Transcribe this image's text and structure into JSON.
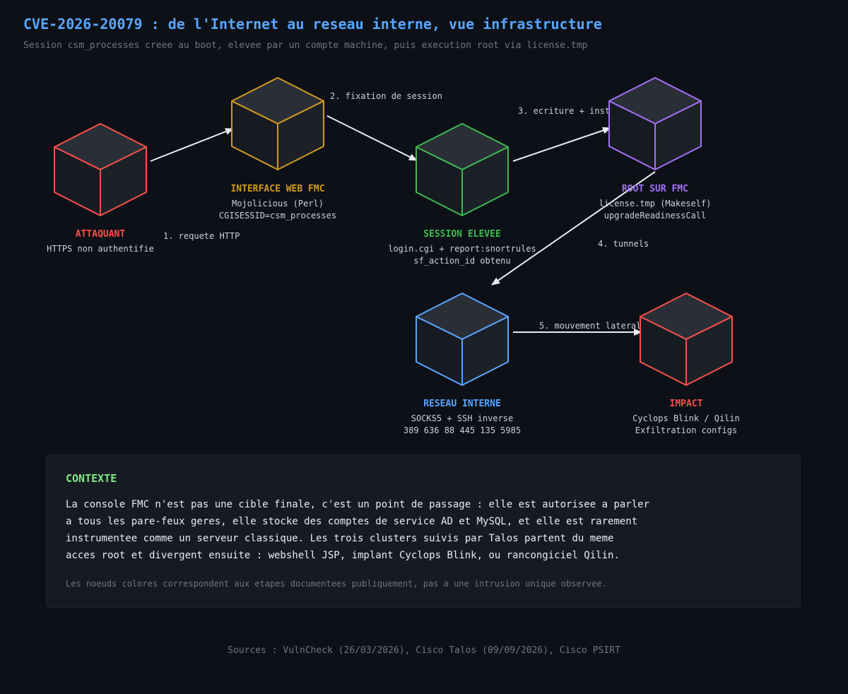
{
  "header": {
    "title": "CVE-2026-20079 : de l'Internet au reseau interne, vue infrastructure",
    "subtitle": "Session csm_processes creee au boot, elevee par un compte machine, puis execution root via license.tmp"
  },
  "colors": {
    "background": "#0d1117",
    "title": "#58a6ff",
    "attacker": "#f85149",
    "web": "#d29922",
    "session": "#3fb950",
    "root": "#a371f7",
    "network": "#58a6ff",
    "impact": "#f85149",
    "context": "#7ee787"
  },
  "nodes": [
    {
      "id": "attaquant",
      "title": "ATTAQUANT",
      "lines": [
        "HTTPS non authentifie"
      ],
      "color": "#f85149",
      "icon": "cube-icon"
    },
    {
      "id": "web",
      "title": "INTERFACE WEB FMC",
      "lines": [
        "Mojolicious (Perl)",
        "CGISESSID=csm_processes"
      ],
      "color": "#d29922",
      "icon": "cube-icon"
    },
    {
      "id": "session",
      "title": "SESSION ELEVEE",
      "lines": [
        "login.cgi + report:snortrules",
        "sf_action_id obtenu"
      ],
      "color": "#3fb950",
      "icon": "cube-icon"
    },
    {
      "id": "root",
      "title": "ROOT SUR FMC",
      "lines": [
        "license.tmp (Makeself)",
        "upgradeReadinessCall"
      ],
      "color": "#a371f7",
      "icon": "cube-icon"
    },
    {
      "id": "reseau",
      "title": "RESEAU INTERNE",
      "lines": [
        "SOCKS5 + SSH inverse",
        "389 636 88 445 135 5985"
      ],
      "color": "#58a6ff",
      "icon": "cube-icon"
    },
    {
      "id": "impact",
      "title": "IMPACT",
      "lines": [
        "Cyclops Blink / Qilin",
        "Exfiltration configs"
      ],
      "color": "#f85149",
      "icon": "cube-icon"
    }
  ],
  "edges": [
    {
      "from": "attaquant",
      "to": "web",
      "label": "1. requete HTTP"
    },
    {
      "from": "web",
      "to": "session",
      "label": "2. fixation de session"
    },
    {
      "from": "session",
      "to": "root",
      "label": "3. ecriture + install"
    },
    {
      "from": "root",
      "to": "reseau",
      "label": "4. tunnels"
    },
    {
      "from": "reseau",
      "to": "impact",
      "label": "5. mouvement lateral"
    }
  ],
  "context": {
    "title": "CONTEXTE",
    "lines": [
      "La console FMC n'est pas une cible finale, c'est un point de passage : elle est autorisee a parler",
      "a tous les pare-feux geres, elle stocke des comptes de service AD et MySQL, et elle est rarement",
      "instrumentee comme un serveur classique. Les trois clusters suivis par Talos partent du meme",
      "acces root et divergent ensuite : webshell JSP, implant Cyclops Blink, ou rancongiciel Qilin."
    ],
    "note": "Les noeuds colores correspondent aux etapes documentees publiquement, pas a une intrusion unique observee."
  },
  "footer": {
    "sources": "Sources : VulnCheck (26/03/2026), Cisco Talos (09/09/2026), Cisco PSIRT"
  }
}
